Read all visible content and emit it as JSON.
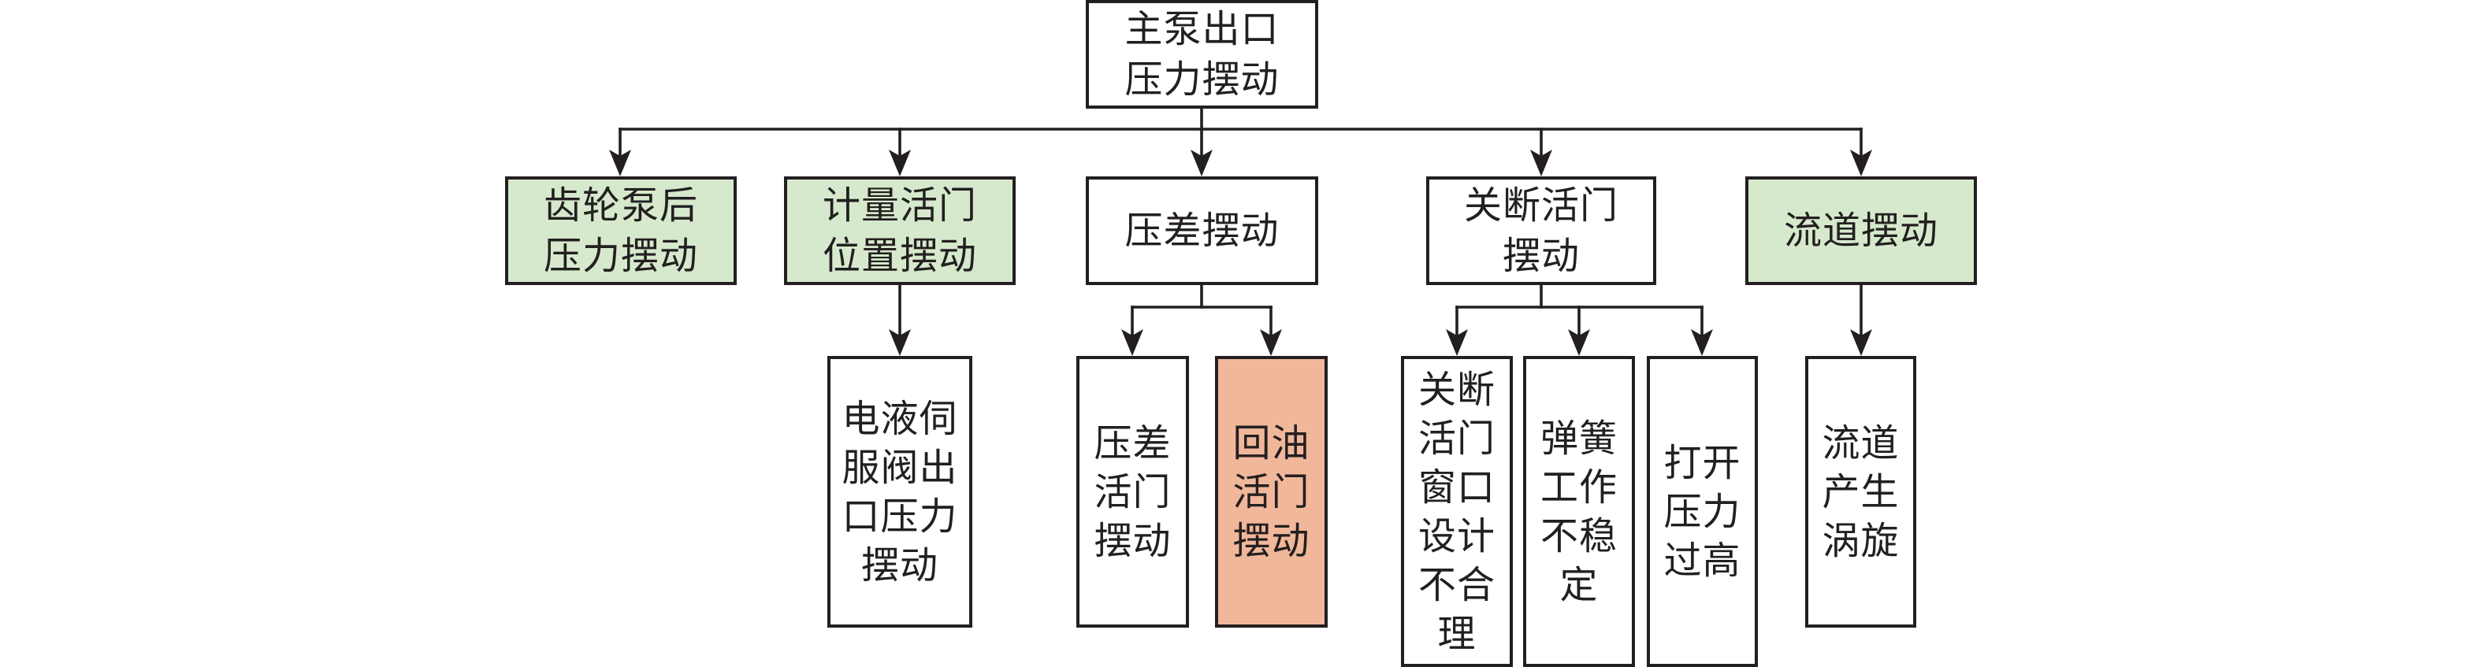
{
  "colors": {
    "border": "#231f20",
    "text": "#231f20",
    "default_fill": "#ffffff",
    "green_fill": "#d6e9cc",
    "salmon_fill": "#f1b79a"
  },
  "nodes": {
    "root": {
      "label": "主泵出口压力摆动",
      "lines": [
        "主泵出口",
        "压力摆动"
      ],
      "fill": "#ffffff"
    },
    "gear_pump": {
      "label": "齿轮泵后压力摆动",
      "lines": [
        "齿轮泵后",
        "压力摆动"
      ],
      "fill": "#d6e9cc"
    },
    "metering_valve": {
      "label": "计量活门位置摆动",
      "lines": [
        "计量活门",
        "位置摆动"
      ],
      "fill": "#d6e9cc"
    },
    "diff_pressure": {
      "label": "压差摆动",
      "lines": [
        "压差摆动"
      ],
      "fill": "#ffffff"
    },
    "shutoff_valve": {
      "label": "关断活门摆动",
      "lines": [
        "关断活门",
        "摆动"
      ],
      "fill": "#ffffff"
    },
    "flow_channel": {
      "label": "流道摆动",
      "lines": [
        "流道摆动"
      ],
      "fill": "#d6e9cc"
    },
    "servo_valve": {
      "label": "电液伺服阀出口压力摆动",
      "lines": [
        "电液伺",
        "服阀出",
        "口压力",
        "摆动"
      ],
      "fill": "#ffffff"
    },
    "dp_valve": {
      "label": "压差活门摆动",
      "lines": [
        "压差",
        "活门",
        "摆动"
      ],
      "fill": "#ffffff"
    },
    "return_oil_valve": {
      "label": "回油活门摆动",
      "lines": [
        "回油",
        "活门",
        "摆动"
      ],
      "fill": "#f1b79a"
    },
    "shutoff_window": {
      "label": "关断活门窗口设计不合理",
      "lines": [
        "关断",
        "活门",
        "窗口",
        "设计",
        "不合",
        "理"
      ],
      "fill": "#ffffff"
    },
    "spring_unstable": {
      "label": "弹簧工作不稳定",
      "lines": [
        "弹簧",
        "工作",
        "不稳",
        "定"
      ],
      "fill": "#ffffff"
    },
    "opening_pressure": {
      "label": "打开压力过高",
      "lines": [
        "打开",
        "压力",
        "过高"
      ],
      "fill": "#ffffff"
    },
    "flow_vortex": {
      "label": "流道产生涡旋",
      "lines": [
        "流道",
        "产生",
        "涡旋"
      ],
      "fill": "#ffffff"
    }
  },
  "edges": [
    {
      "from": "root",
      "to": "gear_pump"
    },
    {
      "from": "root",
      "to": "metering_valve"
    },
    {
      "from": "root",
      "to": "diff_pressure"
    },
    {
      "from": "root",
      "to": "shutoff_valve"
    },
    {
      "from": "root",
      "to": "flow_channel"
    },
    {
      "from": "metering_valve",
      "to": "servo_valve"
    },
    {
      "from": "diff_pressure",
      "to": "dp_valve"
    },
    {
      "from": "diff_pressure",
      "to": "return_oil_valve"
    },
    {
      "from": "shutoff_valve",
      "to": "shutoff_window"
    },
    {
      "from": "shutoff_valve",
      "to": "spring_unstable"
    },
    {
      "from": "shutoff_valve",
      "to": "opening_pressure"
    },
    {
      "from": "flow_channel",
      "to": "flow_vortex"
    }
  ]
}
